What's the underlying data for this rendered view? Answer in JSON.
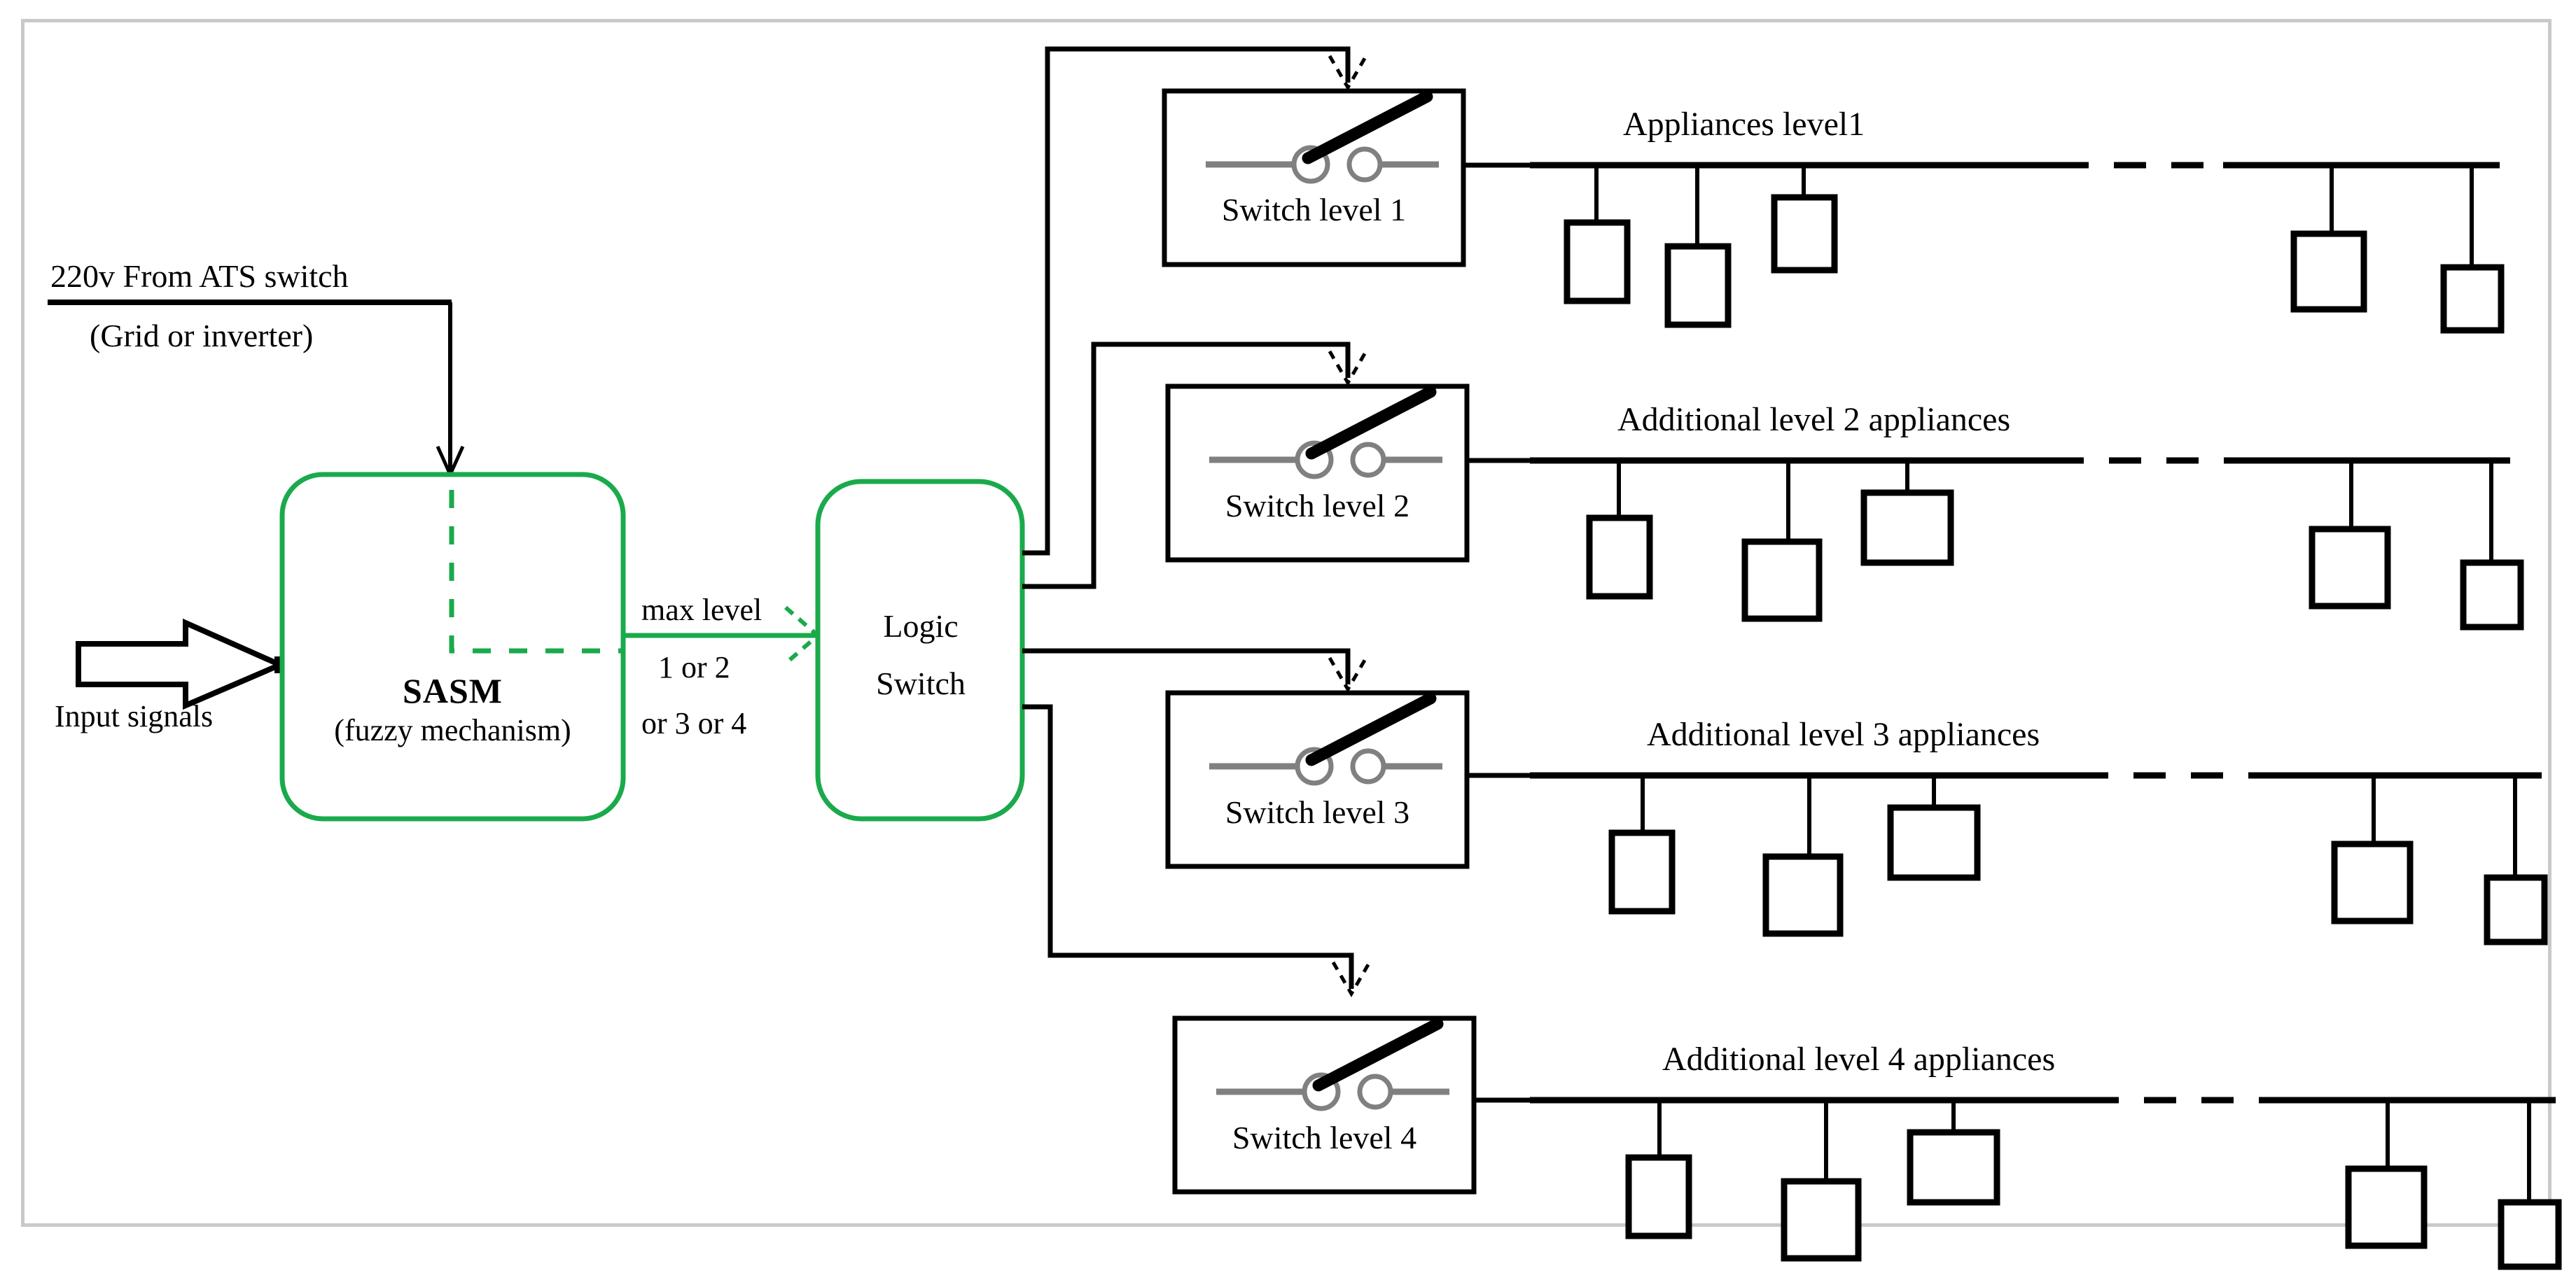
{
  "diagram": {
    "title": "SASM fuzzy load-shedding control diagram",
    "colors": {
      "green": "#1aaa4b",
      "black": "#000000",
      "frame_gray": "#c9c9c9",
      "switch_gray": "#808080"
    },
    "source": {
      "line1": "220v  From ATS switch",
      "line2": "(Grid or inverter)"
    },
    "input": {
      "label": "Input signals"
    },
    "sasm": {
      "title": "SASM",
      "subtitle": "(fuzzy mechanism)"
    },
    "signal": {
      "line1": "max level",
      "line2": "1 or 2",
      "line3": "or 3 or 4"
    },
    "logic_switch": {
      "line1": "Logic",
      "line2": "Switch"
    },
    "branches": [
      {
        "switch_label": "Switch level 1",
        "appliance_label": "Appliances level1"
      },
      {
        "switch_label": "Switch level 2",
        "appliance_label": "Additional level 2 appliances"
      },
      {
        "switch_label": "Switch level 3",
        "appliance_label": "Additional level 3 appliances"
      },
      {
        "switch_label": "Switch level 4",
        "appliance_label": "Additional level 4 appliances"
      }
    ]
  }
}
